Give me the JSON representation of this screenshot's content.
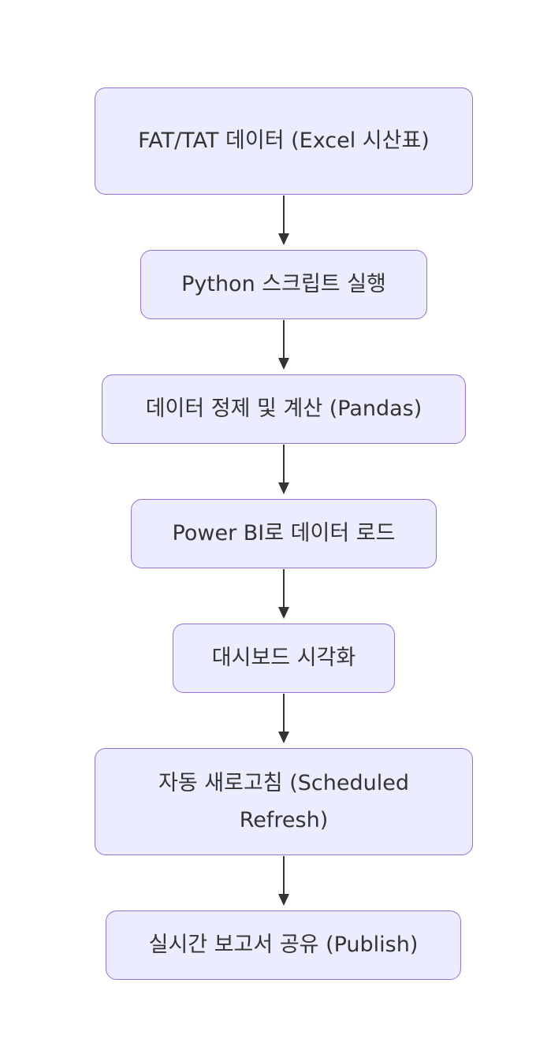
{
  "nodes": [
    {
      "id": "fat-tat-data",
      "label": "FAT/TAT 데이터 (Excel 시산표)"
    },
    {
      "id": "run-python",
      "label": "Python 스크립트 실행"
    },
    {
      "id": "clean-calc",
      "label": "데이터 정제 및 계산 (Pandas)"
    },
    {
      "id": "load-powerbi",
      "label": "Power BI로 데이터 로드"
    },
    {
      "id": "dashboard-viz",
      "label": "대시보드 시각화"
    },
    {
      "id": "auto-refresh",
      "label": "자동 새로고침 (Scheduled Refresh)"
    },
    {
      "id": "publish-report",
      "label": "실시간 보고서 공유 (Publish)"
    }
  ],
  "edges": [
    {
      "from": "fat-tat-data",
      "to": "run-python"
    },
    {
      "from": "run-python",
      "to": "clean-calc"
    },
    {
      "from": "clean-calc",
      "to": "load-powerbi"
    },
    {
      "from": "load-powerbi",
      "to": "dashboard-viz"
    },
    {
      "from": "dashboard-viz",
      "to": "auto-refresh"
    },
    {
      "from": "auto-refresh",
      "to": "publish-report"
    }
  ],
  "colors": {
    "node_fill": "#ececff",
    "node_border": "#9370db",
    "text": "#333333",
    "edge": "#333333"
  }
}
